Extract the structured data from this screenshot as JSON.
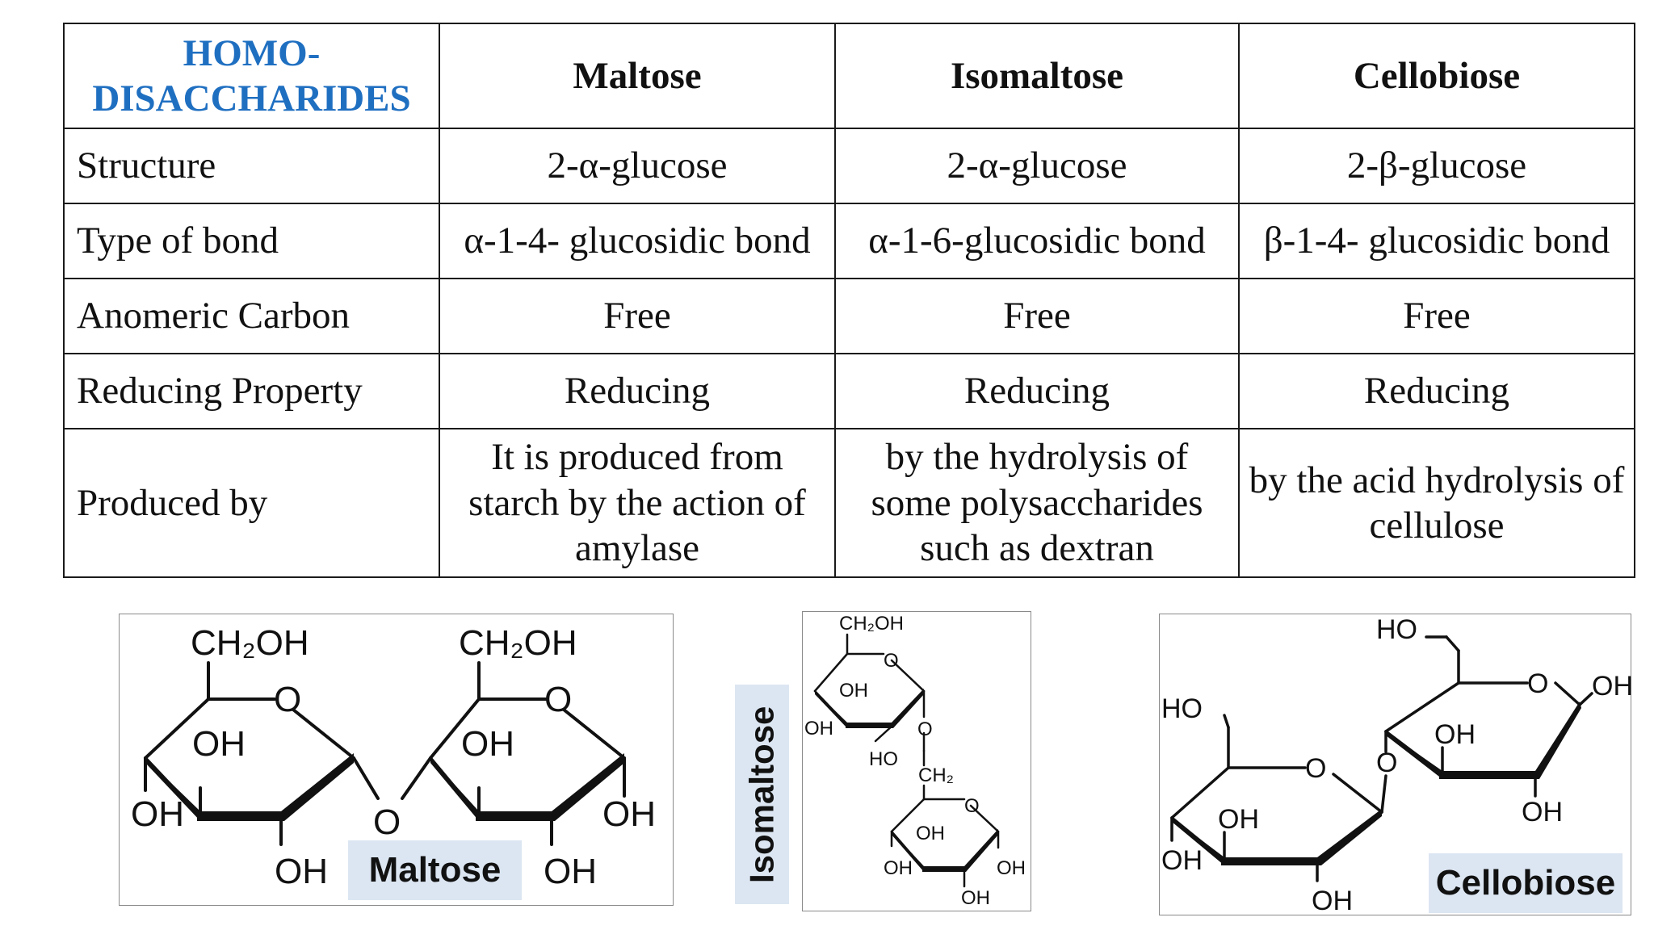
{
  "table": {
    "corner_label": "HOMO-DISACCHARIDES",
    "columns": [
      "Maltose",
      "Isomaltose",
      "Cellobiose"
    ],
    "rows": [
      {
        "label": "Structure",
        "cells": [
          "2-α-glucose",
          "2-α-glucose",
          "2-β-glucose"
        ]
      },
      {
        "label": "Type of bond",
        "cells": [
          "α-1-4- glucosidic bond",
          "α-1-6-glucosidic bond",
          "β-1-4- glucosidic bond"
        ]
      },
      {
        "label": "Anomeric Carbon",
        "cells": [
          "Free",
          "Free",
          "Free"
        ]
      },
      {
        "label": "Reducing Property",
        "cells": [
          "Reducing",
          "Reducing",
          "Reducing"
        ]
      },
      {
        "label": "Produced by",
        "cells": [
          "It is produced from starch by the action of amylase",
          "by the hydrolysis of some polysaccharides such as dextran",
          "by the acid hydrolysis of cellulose"
        ]
      }
    ]
  },
  "structures": {
    "maltose": {
      "caption": "Maltose",
      "labels": {
        "ch2oh": "CH₂OH",
        "ring_o": "O",
        "oh": "OH",
        "bridge_o": "O"
      }
    },
    "isomaltose": {
      "caption": "Isomaltose",
      "labels": {
        "ch2oh": "CH₂OH",
        "ring_o": "O",
        "oh": "OH",
        "ho": "HO",
        "ch2": "CH₂",
        "bridge_o": "O"
      }
    },
    "cellobiose": {
      "caption": "Cellobiose",
      "labels": {
        "ho": "HO",
        "ring_o": "O",
        "oh": "OH",
        "bridge_o": "O"
      }
    }
  },
  "colors": {
    "corner_heading": "#1f6fc1",
    "caption_background": "#dce6f2",
    "border": "#1a1a1a"
  }
}
